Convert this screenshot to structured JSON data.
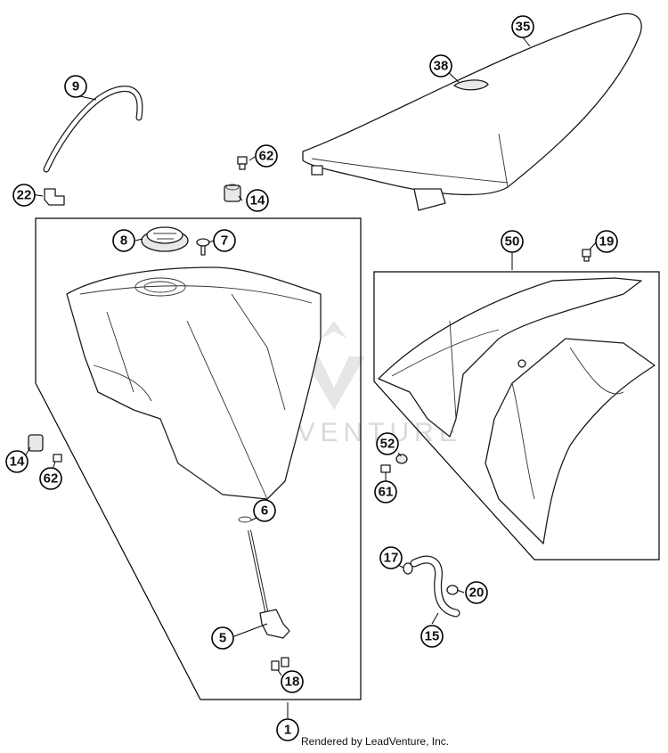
{
  "footer": {
    "credit": "Rendered by LeadVenture, Inc."
  },
  "watermark": {
    "text": "LEADVENTURE"
  },
  "callouts": {
    "p1": "1",
    "p5": "5",
    "p6": "6",
    "p7": "7",
    "p8": "8",
    "p9": "9",
    "p14a": "14",
    "p14b": "14",
    "p15": "15",
    "p17": "17",
    "p18": "18",
    "p19": "19",
    "p20": "20",
    "p22": "22",
    "p35": "35",
    "p38": "38",
    "p50": "50",
    "p52": "52",
    "p61": "61",
    "p62a": "62",
    "p62b": "62"
  }
}
